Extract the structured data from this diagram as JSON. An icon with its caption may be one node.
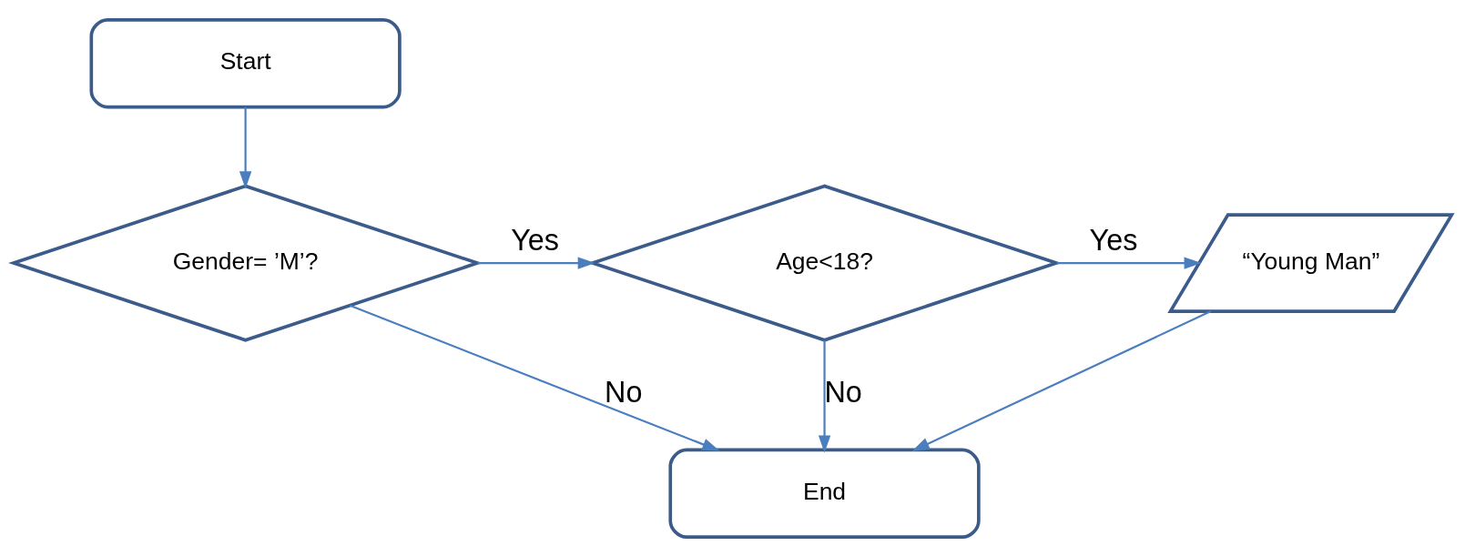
{
  "diagram": {
    "nodes": [
      {
        "text": [
          "Start"
        ]
      },
      {
        "text": [
          "Gender= ’M’?"
        ]
      },
      {
        "text": [
          "Age<18?"
        ]
      },
      {
        "text": [
          "“Young Man”"
        ]
      },
      {
        "text": [
          "End"
        ]
      }
    ],
    "edges": [
      {
        "from": 0,
        "to": 1,
        "arrow": "to"
      },
      {
        "from": 1,
        "to": 2,
        "arrow": "to",
        "label": "Yes"
      },
      {
        "from": 2,
        "to": 3,
        "arrow": "to",
        "label": "Yes"
      },
      {
        "from": 1,
        "to": 4,
        "arrow": "to",
        "label": "No"
      },
      {
        "from": 2,
        "to": 4,
        "arrow": "to",
        "label": "No"
      },
      {
        "from": 3,
        "to": 4,
        "arrow": "to"
      }
    ]
  }
}
